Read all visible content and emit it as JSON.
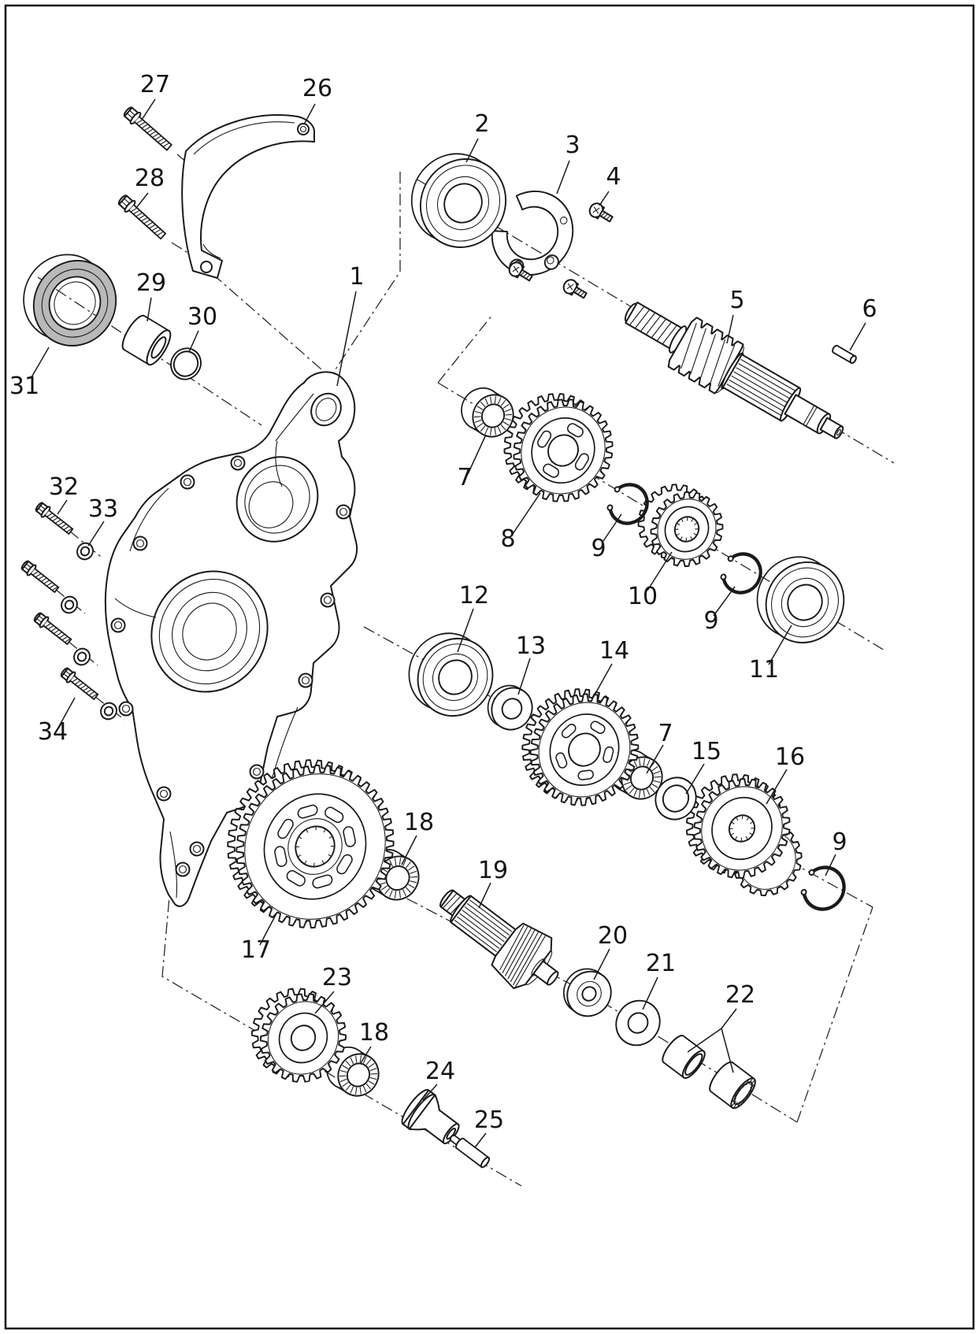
{
  "style": {
    "background": "#ffffff",
    "line_color": "#1a1a1a",
    "text_color": "#141414"
  },
  "callouts": [
    {
      "id": "27",
      "label": "27"
    },
    {
      "id": "26",
      "label": "26"
    },
    {
      "id": "2",
      "label": "2"
    },
    {
      "id": "3",
      "label": "3"
    },
    {
      "id": "4",
      "label": "4"
    },
    {
      "id": "28",
      "label": "28"
    },
    {
      "id": "29",
      "label": "29"
    },
    {
      "id": "30",
      "label": "30"
    },
    {
      "id": "1",
      "label": "1"
    },
    {
      "id": "5",
      "label": "5"
    },
    {
      "id": "6",
      "label": "6"
    },
    {
      "id": "31",
      "label": "31"
    },
    {
      "id": "7a",
      "label": "7"
    },
    {
      "id": "8",
      "label": "8"
    },
    {
      "id": "9a",
      "label": "9"
    },
    {
      "id": "10",
      "label": "10"
    },
    {
      "id": "9b",
      "label": "9"
    },
    {
      "id": "32",
      "label": "32"
    },
    {
      "id": "33",
      "label": "33"
    },
    {
      "id": "11",
      "label": "11"
    },
    {
      "id": "12",
      "label": "12"
    },
    {
      "id": "13",
      "label": "13"
    },
    {
      "id": "14",
      "label": "14"
    },
    {
      "id": "7b",
      "label": "7"
    },
    {
      "id": "15",
      "label": "15"
    },
    {
      "id": "16",
      "label": "16"
    },
    {
      "id": "9c",
      "label": "9"
    },
    {
      "id": "34",
      "label": "34"
    },
    {
      "id": "17",
      "label": "17"
    },
    {
      "id": "18a",
      "label": "18"
    },
    {
      "id": "19",
      "label": "19"
    },
    {
      "id": "20",
      "label": "20"
    },
    {
      "id": "21",
      "label": "21"
    },
    {
      "id": "22",
      "label": "22"
    },
    {
      "id": "23",
      "label": "23"
    },
    {
      "id": "18b",
      "label": "18"
    },
    {
      "id": "24",
      "label": "24"
    },
    {
      "id": "25",
      "label": "25"
    }
  ]
}
